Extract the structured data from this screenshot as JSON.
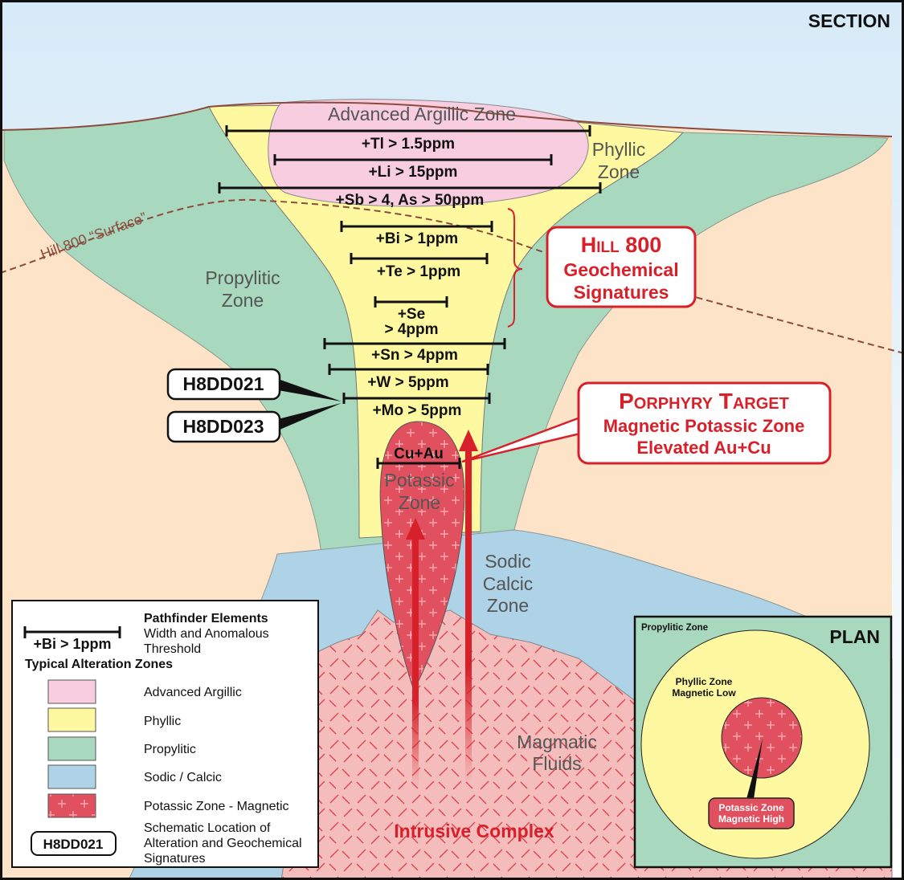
{
  "section_label": "SECTION",
  "colors": {
    "advanced_argillic": "#f9cde0",
    "phyllic": "#fef9a0",
    "propylitic": "#a8d8be",
    "sodic_calcic": "#aed2e6",
    "potassic": "#e0505e",
    "host_rock": "#fde3c8",
    "intrusive": "#f5bcbc",
    "accent_red": "#d7202a"
  },
  "zones": {
    "advanced_argillic": "Advanced Argillic Zone",
    "phyllic": [
      "Phyllic",
      "Zone"
    ],
    "propylitic": [
      "Propylitic",
      "Zone"
    ],
    "potassic": [
      "Potassic",
      "Zone"
    ],
    "sodic_calcic": [
      "Sodic",
      "Calcic",
      "Zone"
    ],
    "magmatic_fluids": [
      "Magmatic",
      "Fluids"
    ],
    "intrusive": "Intrusive Complex",
    "surface_line": "Hill 800 “Surface”"
  },
  "pathfinders": [
    "+Tl > 1.5ppm",
    "+Li > 15ppm",
    "+Sb > 4, As > 50ppm",
    "+Bi > 1ppm",
    "+Te > 1ppm",
    "+Se",
    "> 4ppm",
    "+Sn > 4ppm",
    "+W > 5ppm",
    "+Mo > 5ppm",
    "Cu+Au"
  ],
  "drillholes": [
    "H8DD021",
    "H8DD023"
  ],
  "callouts": {
    "hill800": [
      "Hill 800",
      "Geochemical",
      "Signatures"
    ],
    "porphyry": [
      "Porphyry Target",
      "Magnetic Potassic Zone",
      "Elevated Au+Cu"
    ]
  },
  "legend": {
    "sample_bar": "+Bi > 1ppm",
    "pathfinder_title": "Pathfinder Elements",
    "pathfinder_desc": [
      "Width and Anomalous",
      "Threshold"
    ],
    "zones_title": "Typical Alteration Zones",
    "items": [
      "Advanced Argillic",
      "Phyllic",
      "Propylitic",
      "Sodic / Calcic",
      "Potassic Zone - Magnetic"
    ],
    "drillhole_sample": "H8DD021",
    "drillhole_desc": [
      "Schematic Location of",
      "Alteration and Geochemical",
      "Signatures"
    ]
  },
  "plan": {
    "title": "PLAN",
    "propylitic": "Propylitic Zone",
    "phyllic": [
      "Phyllic Zone",
      "Magnetic Low"
    ],
    "potassic": [
      "Potassic Zone",
      "Magnetic High"
    ]
  }
}
